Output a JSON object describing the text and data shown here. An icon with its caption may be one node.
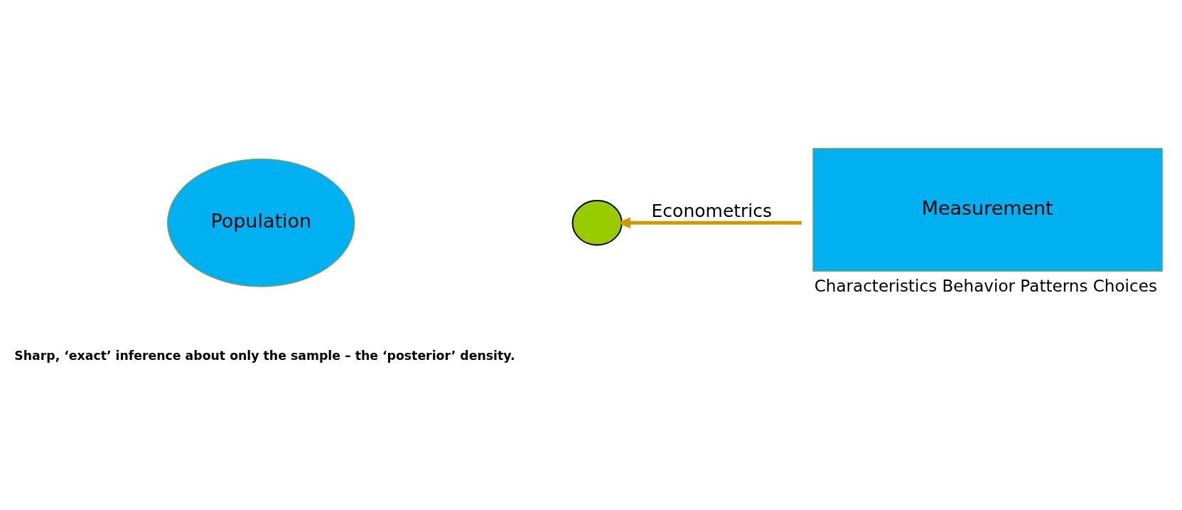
{
  "diagram": {
    "nodes": [
      {
        "text": [
          "Population"
        ]
      },
      {
        "text": [],
        "shape": "circle"
      },
      {
        "text": [
          "Measurement"
        ],
        "beside": [
          "Characteristics Behavior Patterns Choices"
        ]
      }
    ],
    "edges": [
      {
        "from": 2,
        "to": 1,
        "arrow": "to",
        "label": "Econometrics",
        "color": "#cc9900"
      }
    ],
    "labels": [
      "Sharp, ‘exact’ inference about only the sample – the ‘posterior’ density."
    ]
  }
}
